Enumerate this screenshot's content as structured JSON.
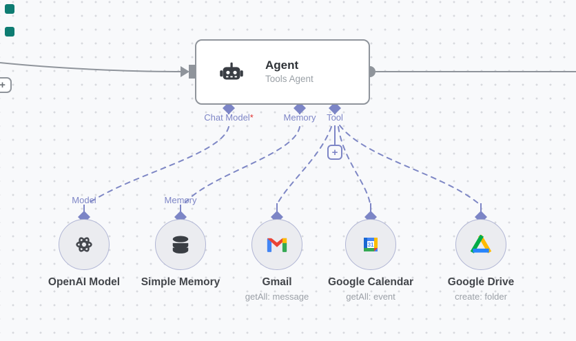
{
  "ui": {
    "plus": "+",
    "required_marker": "*",
    "calendar_day": "31"
  },
  "colors": {
    "accent_slate": "#7d85c6",
    "edge_gray": "#8f949b",
    "required_red": "#e03131",
    "teal_marker": "#0e7c72",
    "google_blue": "#4285f4",
    "google_red": "#ea4335",
    "google_yellow": "#fbbc04",
    "google_green": "#34a853"
  },
  "agent_node": {
    "title": "Agent",
    "subtitle": "Tools Agent",
    "ports": [
      {
        "label": "Chat Model",
        "required": "*"
      },
      {
        "label": "Memory"
      },
      {
        "label": "Tool"
      }
    ]
  },
  "sub_nodes": [
    {
      "name": "OpenAI Model",
      "port_label": "Model",
      "icon": "openai-icon"
    },
    {
      "name": "Simple Memory",
      "port_label": "Memory",
      "icon": "database-icon"
    },
    {
      "name": "Gmail",
      "operation": "getAll: message",
      "icon": "gmail-icon"
    },
    {
      "name": "Google Calendar",
      "operation": "getAll: event",
      "icon": "google-calendar-icon"
    },
    {
      "name": "Google Drive",
      "operation": "create: folder",
      "icon": "google-drive-icon"
    }
  ]
}
